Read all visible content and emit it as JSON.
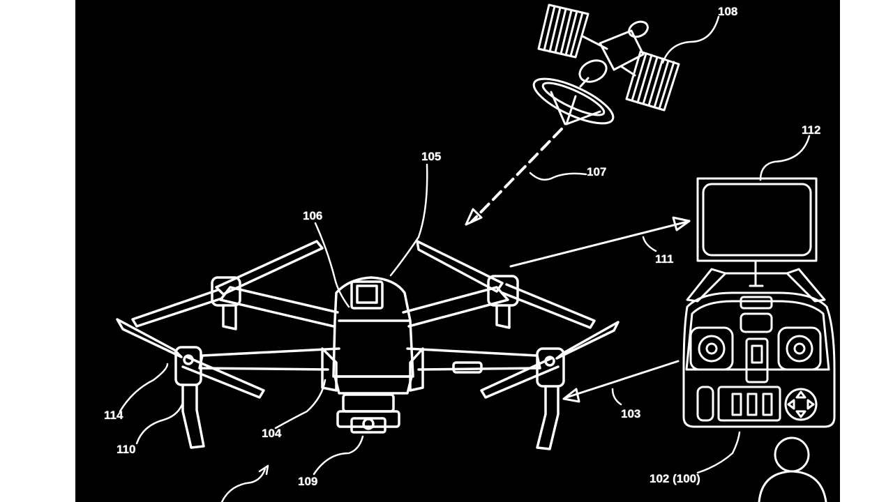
{
  "colors": {
    "background": "#000000",
    "line": "#ffffff",
    "margin": "#ffffff"
  },
  "labels": {
    "l105": "105",
    "l106": "106",
    "l107": "107",
    "l108": "108",
    "l111": "111",
    "l112": "112",
    "l114": "114",
    "l110": "110",
    "l104": "104",
    "l109": "109",
    "l103": "103",
    "l102": "102 (100)"
  }
}
